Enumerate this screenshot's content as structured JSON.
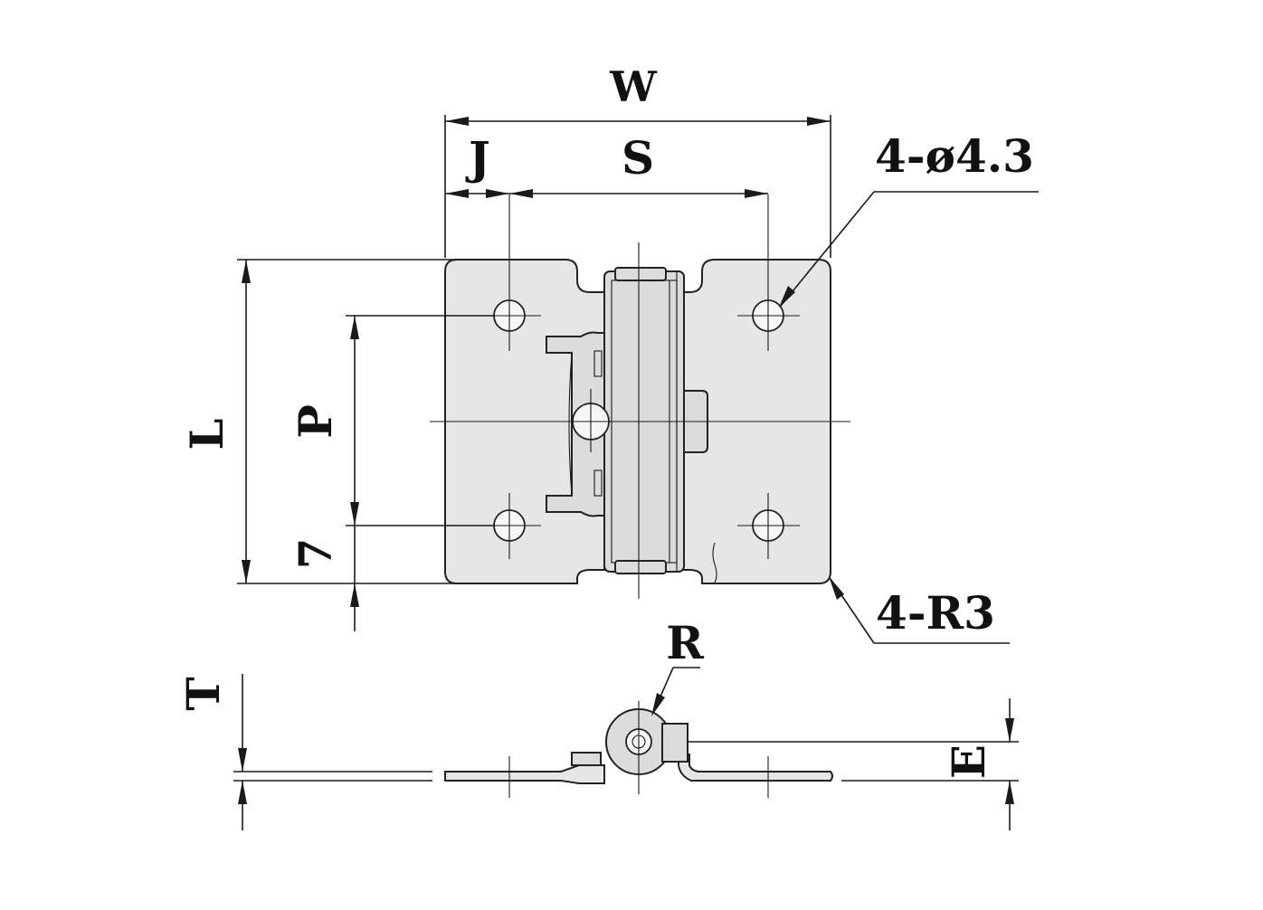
{
  "dimensions": {
    "width_label": "W",
    "j_label": "J",
    "s_label": "S",
    "length_label": "L",
    "pitch_label": "P",
    "edge_label": "7",
    "thickness_label": "T",
    "radius_label": "R",
    "height_label": "E"
  },
  "callouts": {
    "holes": "4-ø4.3",
    "corners": "4-R3"
  }
}
